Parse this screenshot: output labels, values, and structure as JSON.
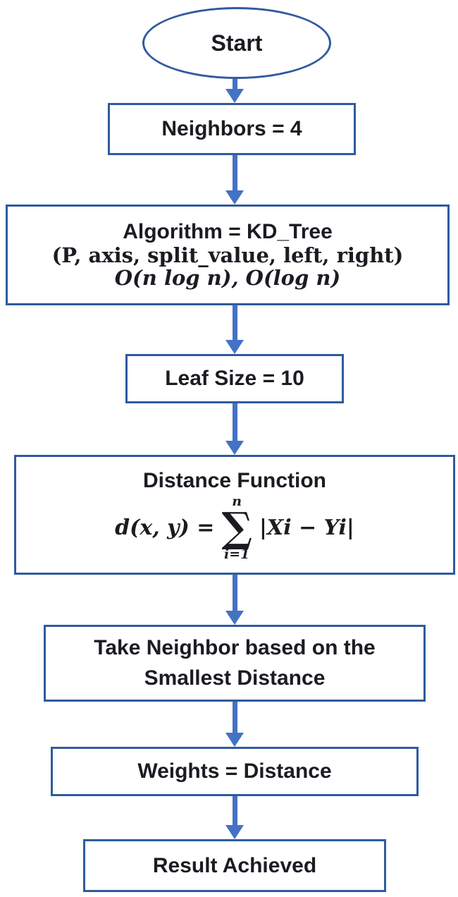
{
  "colors": {
    "stroke": "#2F5B9D",
    "arrow": "#4472C4",
    "text": "#1B1B22",
    "background": "#FFFFFF"
  },
  "nodes": {
    "start": {
      "label": "Start"
    },
    "neighbors": {
      "label": "Neighbors = 4"
    },
    "algorithm": {
      "line1": "Algorithm = KD_Tree",
      "line2": "(P, axis, split_value, left, right)",
      "line3": "O(n log n), O(log n)"
    },
    "leaf_size": {
      "label": "Leaf Size = 10"
    },
    "distance": {
      "title": "Distance Function",
      "formula": {
        "lhs": "d(x, y) =",
        "sum_upper": "n",
        "sum_symbol": "∑",
        "sum_lower": "i=1",
        "rhs": "|Xi − Yi|"
      }
    },
    "take_neighbor": {
      "line1": "Take Neighbor based on the",
      "line2": "Smallest Distance"
    },
    "weights": {
      "label": "Weights = Distance"
    },
    "result": {
      "label": "Result Achieved"
    }
  }
}
